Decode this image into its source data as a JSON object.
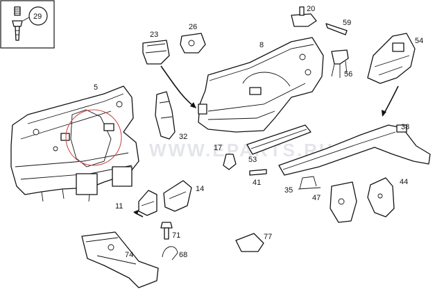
{
  "callouts": [
    {
      "id": "29",
      "text": "29"
    },
    {
      "id": "5",
      "text": "5"
    },
    {
      "id": "23",
      "text": "23"
    },
    {
      "id": "26",
      "text": "26"
    },
    {
      "id": "20",
      "text": "20"
    },
    {
      "id": "59",
      "text": "59"
    },
    {
      "id": "8",
      "text": "8"
    },
    {
      "id": "54",
      "text": "54"
    },
    {
      "id": "56",
      "text": "56"
    },
    {
      "id": "32",
      "text": "32"
    },
    {
      "id": "38",
      "text": "38"
    },
    {
      "id": "17",
      "text": "17"
    },
    {
      "id": "53",
      "text": "53"
    },
    {
      "id": "41",
      "text": "41"
    },
    {
      "id": "35",
      "text": "35"
    },
    {
      "id": "47",
      "text": "47"
    },
    {
      "id": "44",
      "text": "44"
    },
    {
      "id": "14",
      "text": "14"
    },
    {
      "id": "11",
      "text": "11"
    },
    {
      "id": "71",
      "text": "71"
    },
    {
      "id": "68",
      "text": "68"
    },
    {
      "id": "74",
      "text": "74"
    },
    {
      "id": "77",
      "text": "77"
    }
  ],
  "watermark": "WWW.EPARTS.RU"
}
